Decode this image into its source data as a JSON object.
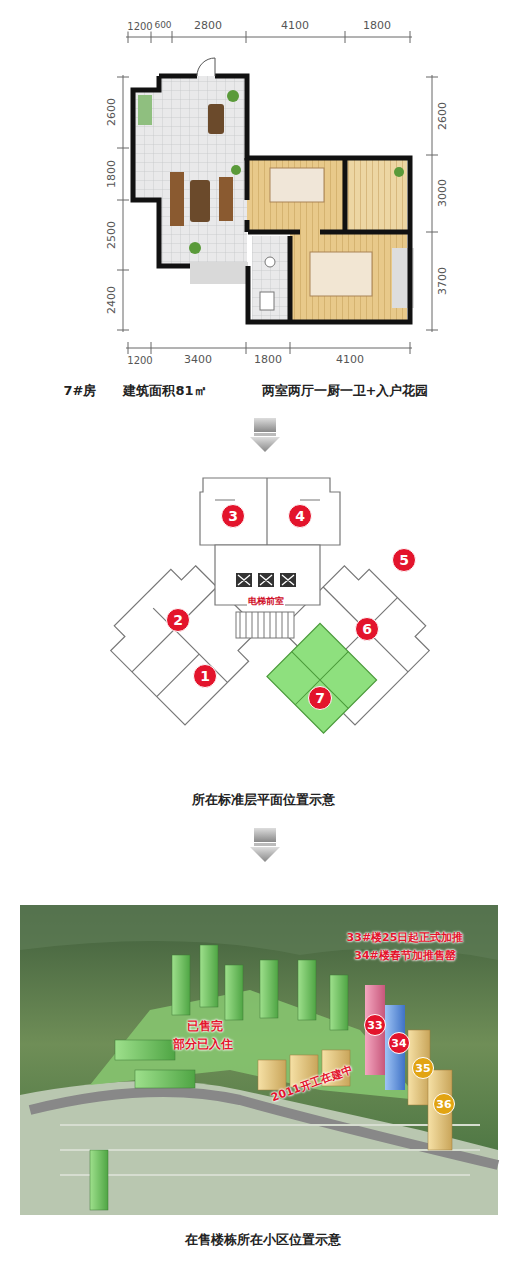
{
  "diagram": {
    "nodes": [
      {
        "text": [
          "3"
        ]
      },
      {
        "text": [
          "4"
        ]
      },
      {
        "text": [
          "2"
        ]
      },
      {
        "text": [
          "5"
        ]
      },
      {
        "text": [
          "6"
        ]
      },
      {
        "text": [
          "1"
        ]
      },
      {
        "text": [
          "7"
        ]
      },
      {
        "text": [
          "33"
        ]
      },
      {
        "text": [
          "34"
        ]
      },
      {
        "text": [
          "35"
        ]
      },
      {
        "text": [
          "36"
        ]
      }
    ],
    "labels": [
      "1200",
      "600",
      "2800",
      "4100",
      "1800",
      "2600",
      "1800",
      "2500",
      "2400",
      "2600",
      "3000",
      "3700",
      "1200",
      "3400",
      "1800",
      "4100",
      "7#房",
      "建筑面积81㎡",
      "两室两厅一厨一卫+入户花园",
      "电梯前室",
      "所在标准层平面位置示意",
      "33#楼25日起正式加推",
      "34#楼春节加推售罄",
      "已售完",
      "部分已入住",
      "2011开工在建中",
      "在售楼栋所在小区位置示意"
    ]
  }
}
